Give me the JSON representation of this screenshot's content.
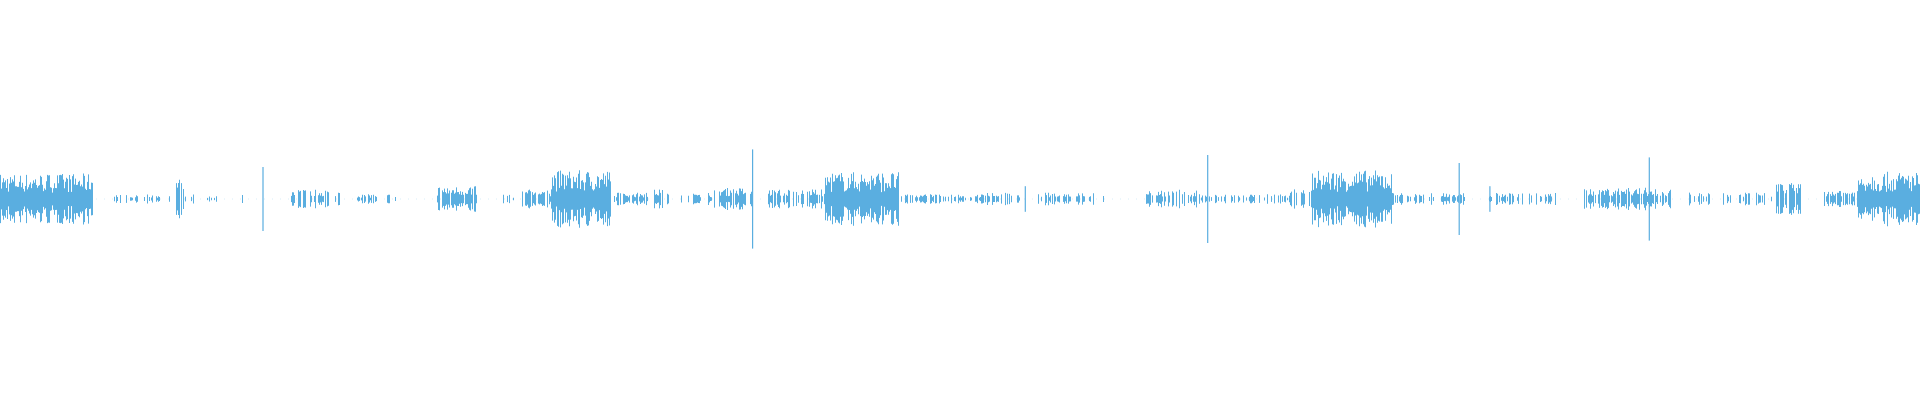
{
  "waveform": {
    "color": "#5aaee0",
    "background": "#ffffff",
    "amplitude_range": [
      -1,
      1
    ],
    "time_range": [
      0,
      1
    ],
    "segments": [
      {
        "start": 0.0,
        "end": 0.048,
        "amplitude": 0.16,
        "density": 1.0
      },
      {
        "start": 0.058,
        "end": 0.105,
        "amplitude": 0.03,
        "density": 0.35
      },
      {
        "start": 0.092,
        "end": 0.096,
        "amplitude": 0.13,
        "density": 0.8
      },
      {
        "start": 0.108,
        "end": 0.113,
        "amplitude": 0.02,
        "density": 0.3
      },
      {
        "start": 0.125,
        "end": 0.13,
        "amplitude": 0.05,
        "density": 0.5
      },
      {
        "start": 0.152,
        "end": 0.177,
        "amplitude": 0.06,
        "density": 0.6
      },
      {
        "start": 0.186,
        "end": 0.206,
        "amplitude": 0.03,
        "density": 0.45
      },
      {
        "start": 0.228,
        "end": 0.248,
        "amplitude": 0.08,
        "density": 0.8
      },
      {
        "start": 0.262,
        "end": 0.27,
        "amplitude": 0.03,
        "density": 0.4
      },
      {
        "start": 0.272,
        "end": 0.287,
        "amplitude": 0.06,
        "density": 0.7
      },
      {
        "start": 0.287,
        "end": 0.318,
        "amplitude": 0.18,
        "density": 1.0
      },
      {
        "start": 0.318,
        "end": 0.338,
        "amplitude": 0.04,
        "density": 0.6
      },
      {
        "start": 0.34,
        "end": 0.348,
        "amplitude": 0.06,
        "density": 0.6
      },
      {
        "start": 0.355,
        "end": 0.372,
        "amplitude": 0.04,
        "density": 0.5
      },
      {
        "start": 0.372,
        "end": 0.392,
        "amplitude": 0.07,
        "density": 0.8
      },
      {
        "start": 0.4,
        "end": 0.43,
        "amplitude": 0.06,
        "density": 0.7
      },
      {
        "start": 0.43,
        "end": 0.468,
        "amplitude": 0.17,
        "density": 1.0
      },
      {
        "start": 0.468,
        "end": 0.512,
        "amplitude": 0.03,
        "density": 0.6
      },
      {
        "start": 0.512,
        "end": 0.532,
        "amplitude": 0.04,
        "density": 0.5
      },
      {
        "start": 0.54,
        "end": 0.575,
        "amplitude": 0.04,
        "density": 0.45
      },
      {
        "start": 0.597,
        "end": 0.625,
        "amplitude": 0.06,
        "density": 0.6
      },
      {
        "start": 0.625,
        "end": 0.672,
        "amplitude": 0.03,
        "density": 0.5
      },
      {
        "start": 0.672,
        "end": 0.685,
        "amplitude": 0.06,
        "density": 0.6
      },
      {
        "start": 0.683,
        "end": 0.725,
        "amplitude": 0.18,
        "density": 1.0
      },
      {
        "start": 0.725,
        "end": 0.765,
        "amplitude": 0.04,
        "density": 0.5
      },
      {
        "start": 0.775,
        "end": 0.812,
        "amplitude": 0.04,
        "density": 0.45
      },
      {
        "start": 0.825,
        "end": 0.87,
        "amplitude": 0.07,
        "density": 0.7
      },
      {
        "start": 0.88,
        "end": 0.925,
        "amplitude": 0.04,
        "density": 0.45
      },
      {
        "start": 0.925,
        "end": 0.938,
        "amplitude": 0.1,
        "density": 0.8
      },
      {
        "start": 0.95,
        "end": 0.968,
        "amplitude": 0.06,
        "density": 0.6
      },
      {
        "start": 0.968,
        "end": 1.0,
        "amplitude": 0.17,
        "density": 1.0
      }
    ],
    "spikes": [
      {
        "t": 0.137,
        "amplitude": 0.4
      },
      {
        "t": 0.392,
        "amplitude": 0.62
      },
      {
        "t": 0.629,
        "amplitude": 0.55
      },
      {
        "t": 0.76,
        "amplitude": 0.45
      },
      {
        "t": 0.776,
        "amplitude": 0.16
      },
      {
        "t": 0.859,
        "amplitude": 0.52
      },
      {
        "t": 0.534,
        "amplitude": 0.16
      },
      {
        "t": 0.093,
        "amplitude": 0.2
      }
    ]
  }
}
